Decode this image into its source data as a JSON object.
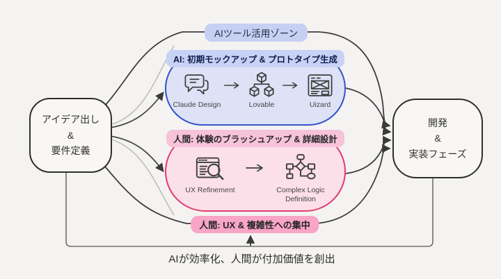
{
  "nodes": {
    "left": {
      "line1": "アイデア出し",
      "line2": "&",
      "line3": "要件定義"
    },
    "right": {
      "line1": "開発",
      "line2": "&",
      "line3": "実装フェーズ"
    }
  },
  "zones": {
    "top_label": "AIツール活用ゾーン",
    "bottom_label": "人間: UX & 複雑性への集中"
  },
  "ai_box": {
    "header": "AI: 初期モックアップ & プロトタイプ生成",
    "accent_color": "#3354c9",
    "fill_color": "#dde2f6",
    "badge_color": "#c7d2f4",
    "items": [
      {
        "label": "Claude Design",
        "icon": "chat-bubbles-icon"
      },
      {
        "label": "Lovable",
        "icon": "cubes-icon"
      },
      {
        "label": "Uizard",
        "icon": "wireframe-icon"
      }
    ]
  },
  "human_box": {
    "header": "人間: 体験のブラッシュアップ & 詳細設計",
    "accent_color": "#e23a6f",
    "fill_color": "#fbdfe9",
    "badge_color": "#f6c3d8",
    "items": [
      {
        "label": "UX Refinement",
        "icon": "browser-magnifier-icon"
      },
      {
        "label": "Complex Logic Definition",
        "icon": "flowchart-icon"
      }
    ]
  },
  "footer": {
    "caption": "AIが効率化、人間が付加価値を創出"
  }
}
